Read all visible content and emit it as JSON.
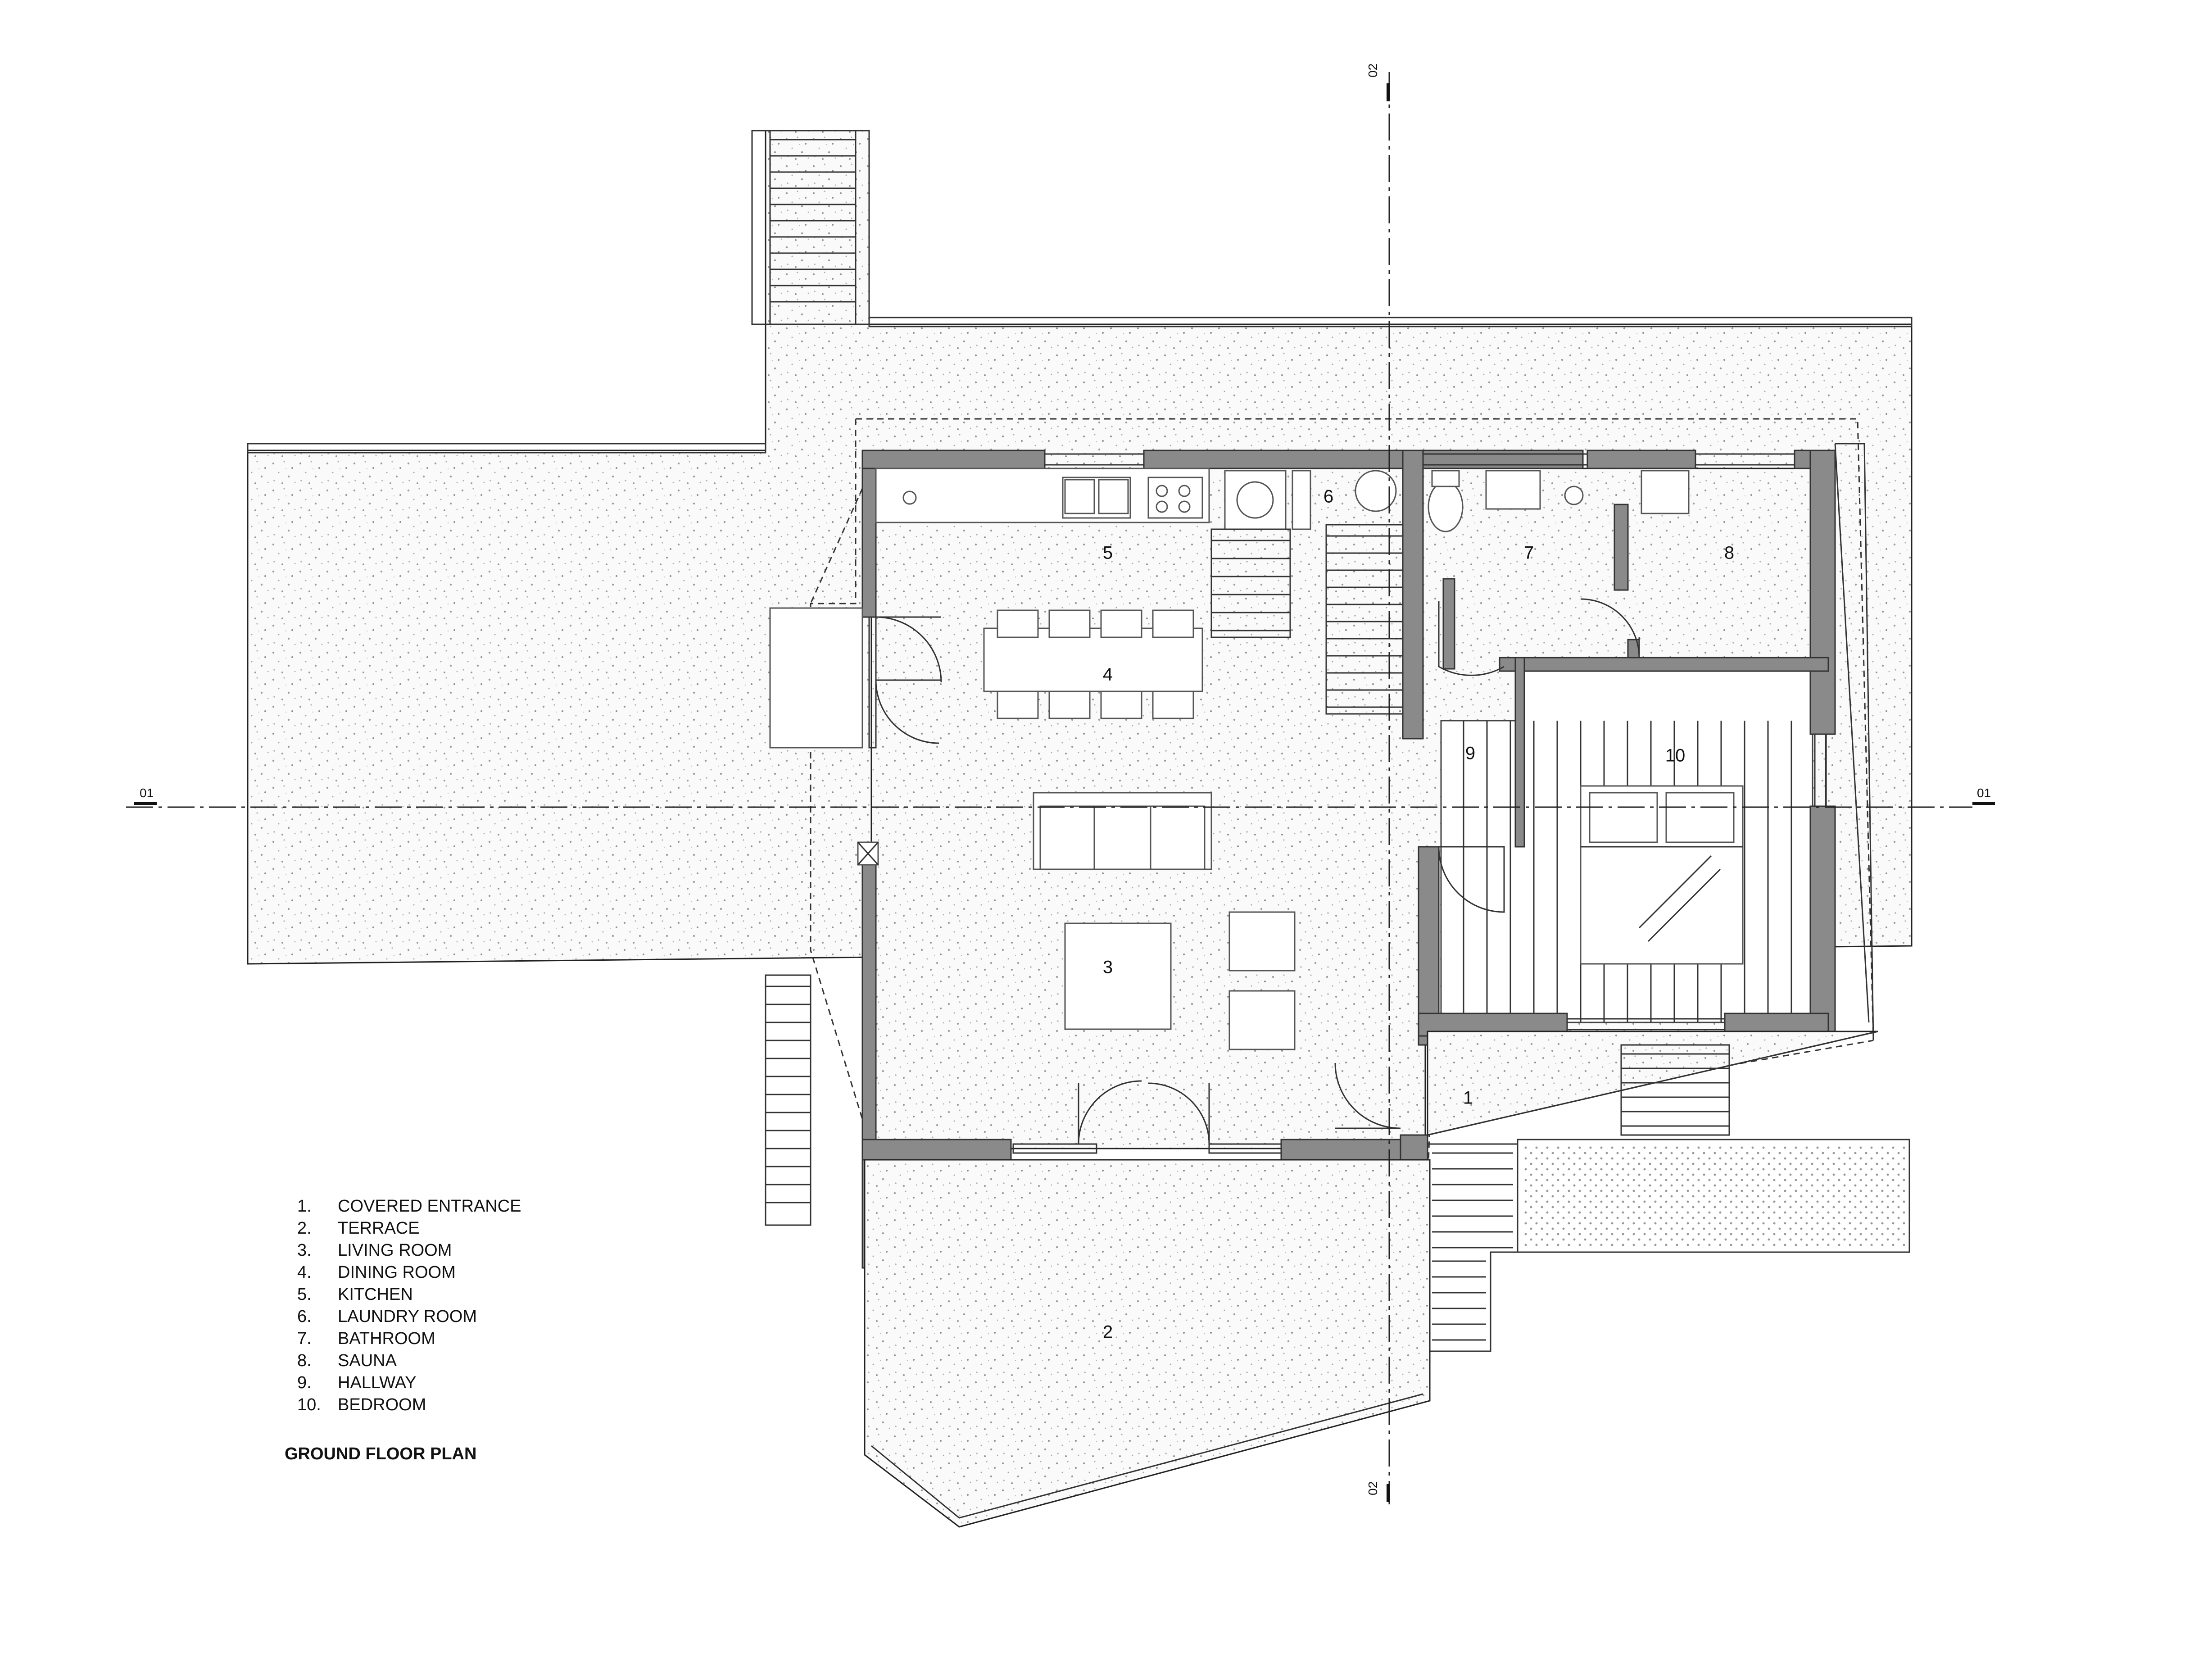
{
  "title": "GROUND FLOOR PLAN",
  "section_markers": {
    "horizontal": "01",
    "vertical": "02"
  },
  "rooms": [
    {
      "num": "1",
      "label": "COVERED ENTRANCE"
    },
    {
      "num": "2",
      "label": "TERRACE"
    },
    {
      "num": "3",
      "label": "LIVING ROOM"
    },
    {
      "num": "4",
      "label": "DINING ROOM"
    },
    {
      "num": "5",
      "label": "KITCHEN"
    },
    {
      "num": "6",
      "label": "LAUNDRY ROOM"
    },
    {
      "num": "7",
      "label": "BATHROOM"
    },
    {
      "num": "8",
      "label": "SAUNA"
    },
    {
      "num": "9",
      "label": "HALLWAY"
    },
    {
      "num": "10",
      "label": "BEDROOM"
    }
  ],
  "legend": [
    {
      "num": "1.",
      "label": "COVERED ENTRANCE"
    },
    {
      "num": "2.",
      "label": "TERRACE"
    },
    {
      "num": "3.",
      "label": "LIVING ROOM"
    },
    {
      "num": "4.",
      "label": "DINING ROOM"
    },
    {
      "num": "5.",
      "label": "KITCHEN"
    },
    {
      "num": "6.",
      "label": "LAUNDRY ROOM"
    },
    {
      "num": "7.",
      "label": "BATHROOM"
    },
    {
      "num": "8.",
      "label": "SAUNA"
    },
    {
      "num": "9.",
      "label": "HALLWAY"
    },
    {
      "num": "10.",
      "label": "BEDROOM"
    }
  ]
}
